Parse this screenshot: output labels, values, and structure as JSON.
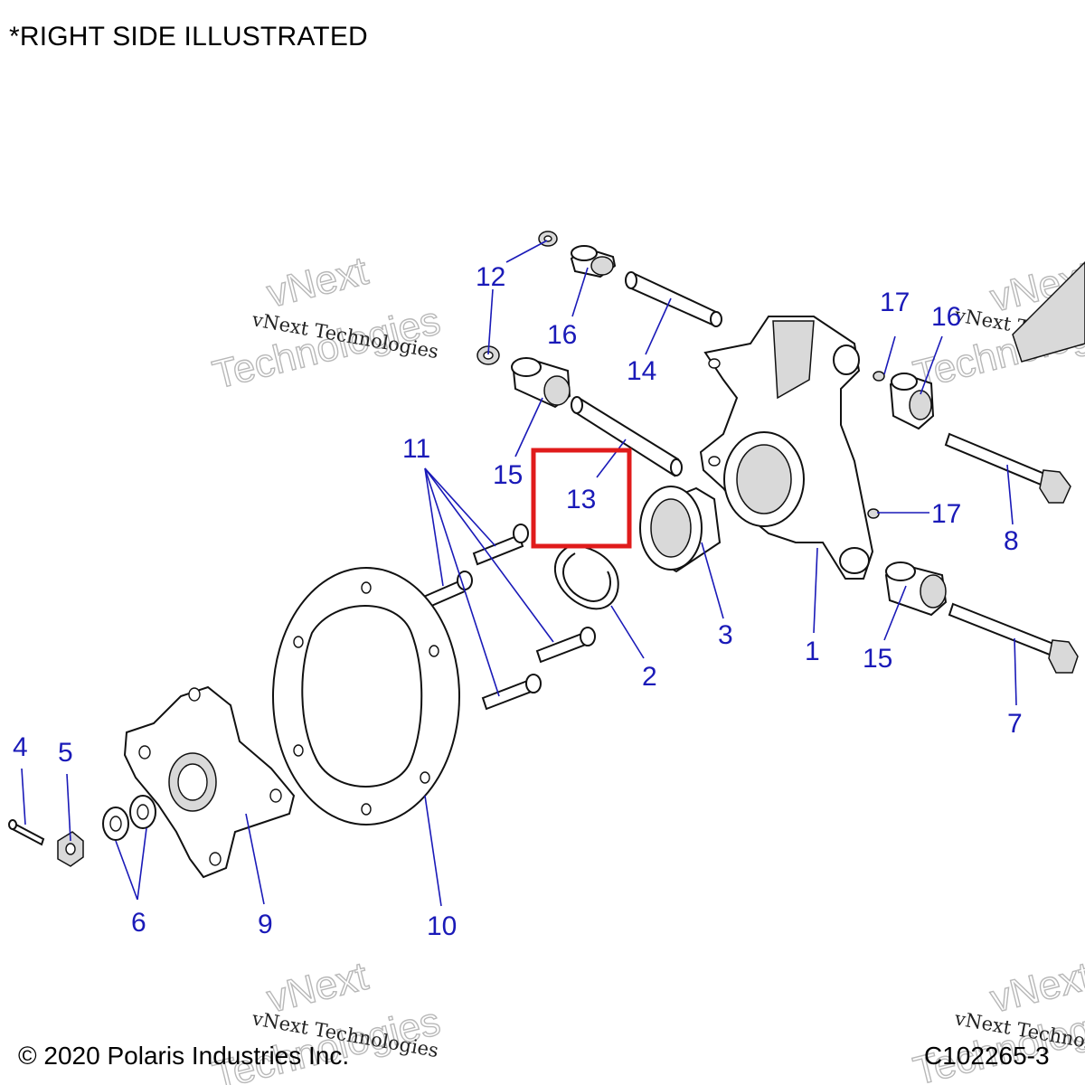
{
  "header": {
    "note": "*RIGHT SIDE ILLUSTRATED"
  },
  "footer": {
    "copyright": "© 2020 Polaris Industries Inc.",
    "drawing_number": "C102265-3"
  },
  "watermark": {
    "line1": "vNext Technologies",
    "line2": "vNext",
    "line3": "Technologies"
  },
  "callouts": [
    "1",
    "2",
    "3",
    "4",
    "5",
    "6",
    "7",
    "8",
    "9",
    "10",
    "11",
    "12",
    "13",
    "14",
    "15",
    "15",
    "16",
    "16",
    "17",
    "17"
  ],
  "highlight": {
    "label": "13",
    "color": "#e01b1b"
  },
  "colors": {
    "callout": "#1a1ab8",
    "highlight": "#e01b1b"
  }
}
